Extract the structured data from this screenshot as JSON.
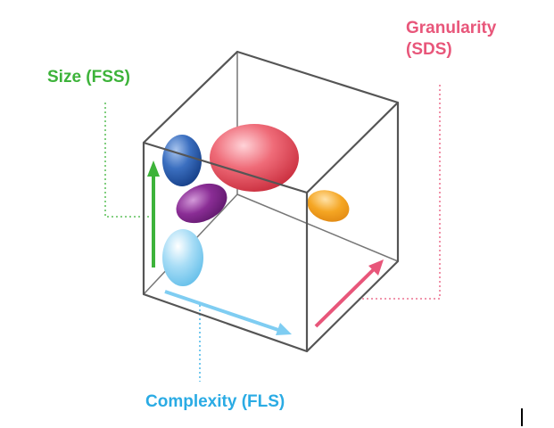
{
  "labels": {
    "size": "Size (FSS)",
    "granularity_line1": "Granularity",
    "granularity_line2": "(SDS)",
    "complexity": "Complexity (FLS)"
  },
  "colors": {
    "size": "#3db33a",
    "granularity": "#e8567a",
    "complexity": "#2aabe4",
    "cube_edge": "#555555",
    "ellipse_dark_blue": "#1d5aa8",
    "ellipse_red": "#e0424f",
    "ellipse_purple": "#7b1f86",
    "ellipse_orange": "#f29a1a",
    "ellipse_light_blue": "#8fd3f4"
  }
}
